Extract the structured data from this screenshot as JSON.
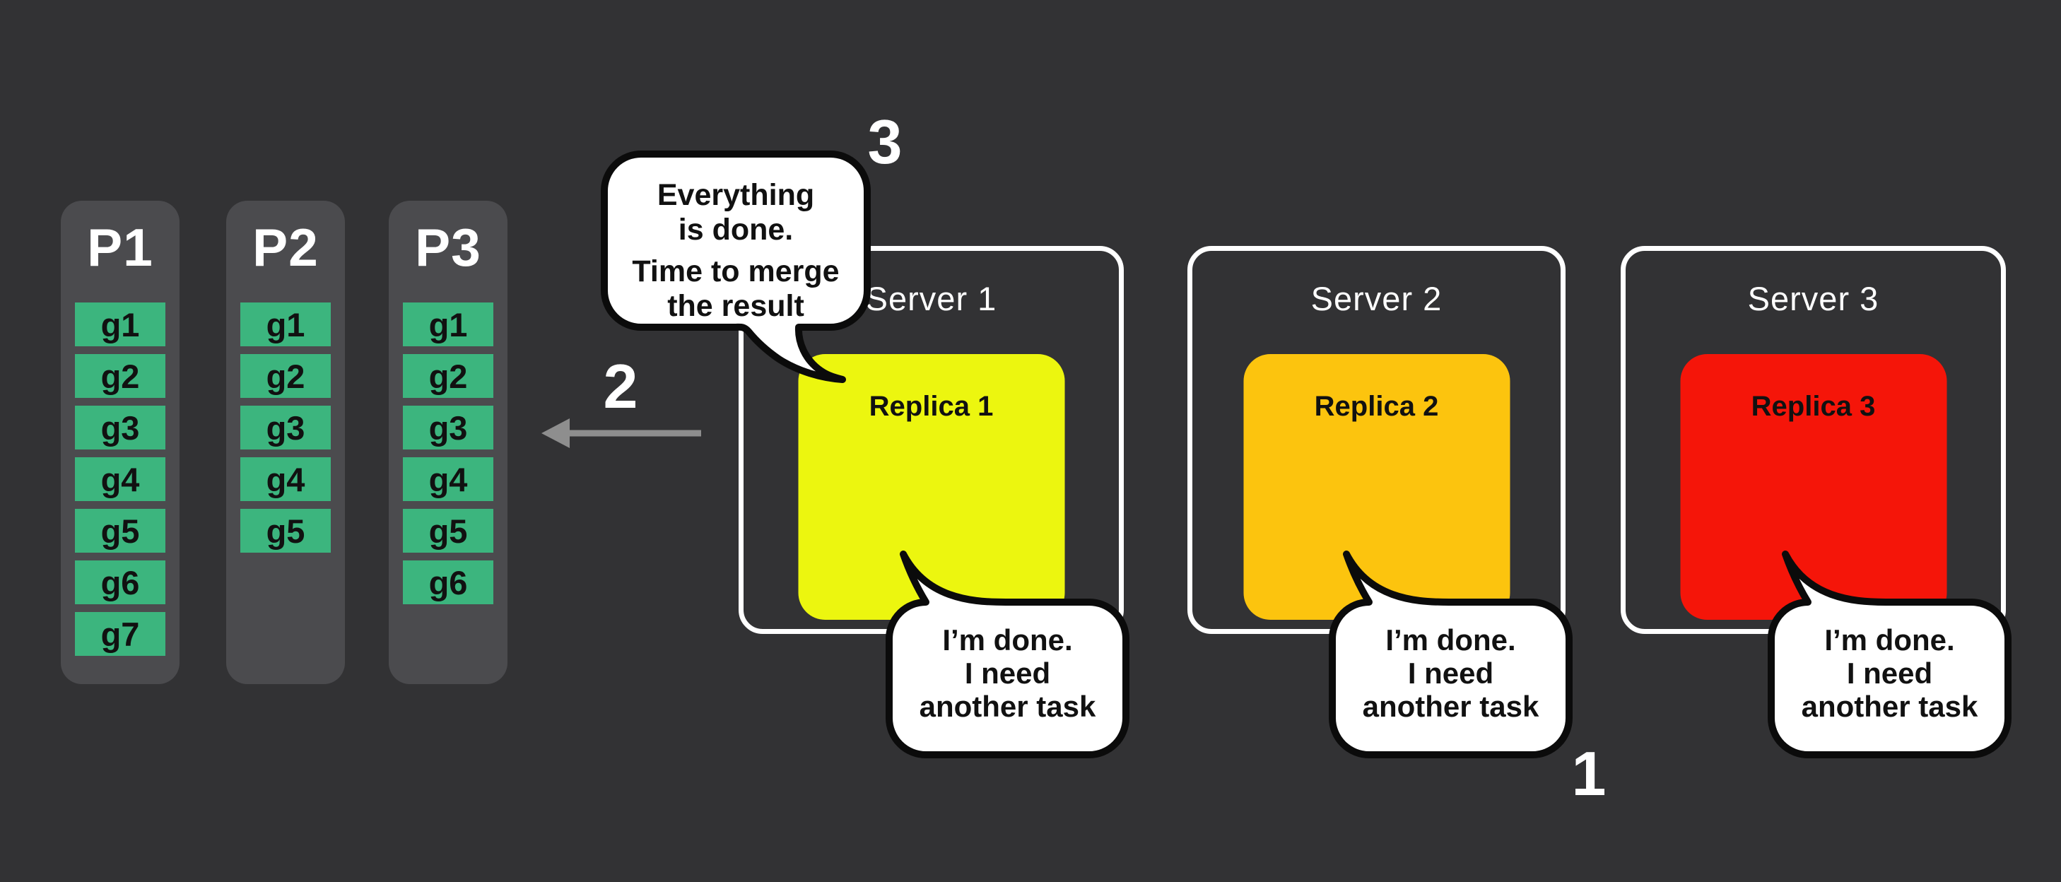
{
  "theme": {
    "bg": "#323234",
    "column_bg": "#4b4b4e",
    "task_green": "#3cb57e",
    "arrow_gray": "#8e8e8e",
    "bubble_border": "#0b0b0b",
    "white": "#ffffff"
  },
  "partitions": {
    "columns": [
      {
        "label": "P1",
        "tasks": [
          "g1",
          "g2",
          "g3",
          "g4",
          "g5",
          "g6",
          "g7"
        ]
      },
      {
        "label": "P2",
        "tasks": [
          "g1",
          "g2",
          "g3",
          "g4",
          "g5"
        ]
      },
      {
        "label": "P3",
        "tasks": [
          "g1",
          "g2",
          "g3",
          "g4",
          "g5",
          "g6"
        ]
      }
    ]
  },
  "servers": [
    {
      "title": "Server 1",
      "replica": {
        "label": "Replica 1",
        "color": "#ecf60f"
      }
    },
    {
      "title": "Server 2",
      "replica": {
        "label": "Replica 2",
        "color": "#fcc40e"
      }
    },
    {
      "title": "Server 3",
      "replica": {
        "label": "Replica 3",
        "color": "#f51509"
      }
    }
  ],
  "bubbles": {
    "merge": {
      "line1": "Everything",
      "line2": "is done.",
      "line3": "Time to merge",
      "line4": "the result"
    },
    "done": {
      "line1": "I’m done.",
      "line2": "I need",
      "line3": "another task"
    }
  },
  "steps": {
    "one": "1",
    "two": "2",
    "three": "3"
  }
}
